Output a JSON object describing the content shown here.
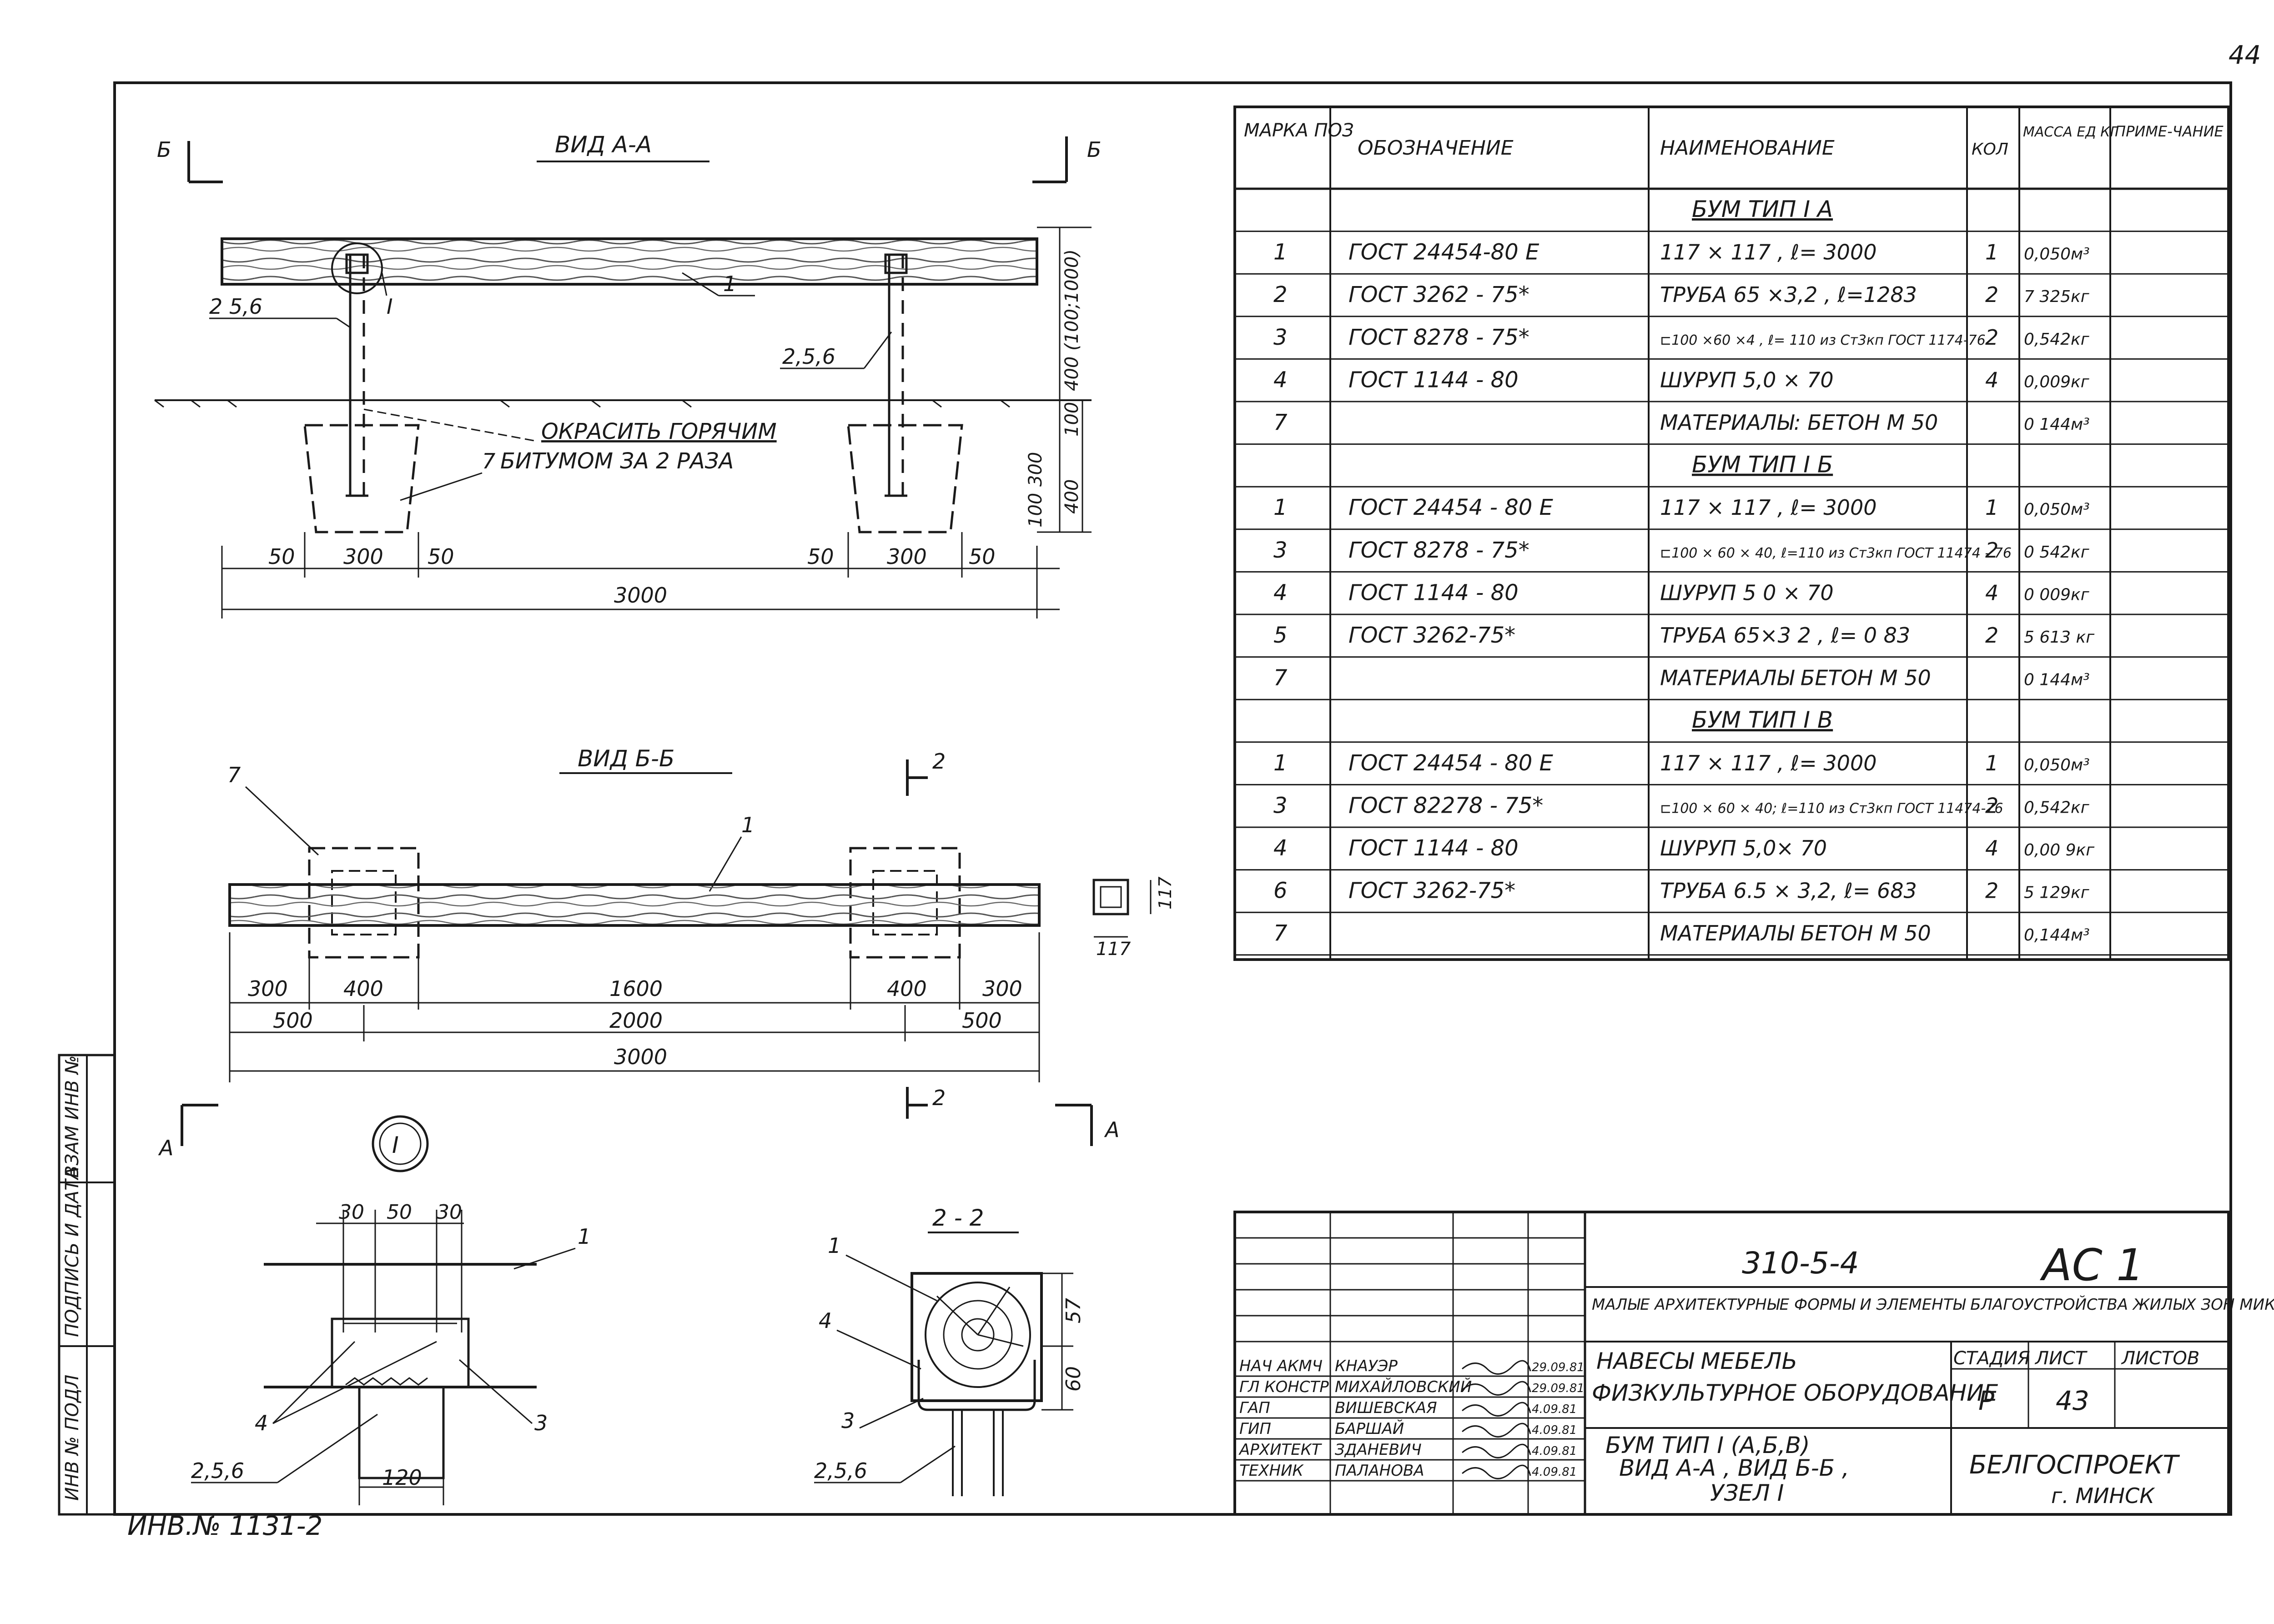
{
  "page_number": "44",
  "inventory_number": "ИНВ.№ 1131-2",
  "side_stamp": [
    "ИНВ № ПОДЛ",
    "ПОДПИСЬ И ДАТА",
    "ВЗАМ ИНВ №"
  ],
  "view_aa": {
    "title": "ВИД А-А",
    "section_mark": "Б",
    "labels": {
      "part": "1",
      "node": "I",
      "left": "2 5,6",
      "right": "2,5,6",
      "concrete": "7"
    },
    "note_line1": "ОКРАСИТЬ ГОРЯЧИМ",
    "note_line2": "БИТУМОМ ЗА 2 РАЗА",
    "dims": {
      "d50a": "50",
      "d300a": "300",
      "d50b": "50",
      "d50c": "50",
      "d300b": "300",
      "d50d": "50",
      "total": "3000",
      "h400": "400 (100;1000)",
      "v300": "300",
      "v400": "400",
      "v100a": "100",
      "v100b": "100"
    }
  },
  "view_bb": {
    "title": "ВИД Б-Б",
    "labels": {
      "concrete": "7",
      "beam": "1",
      "sec2": "2"
    },
    "row1": [
      "300",
      "400",
      "1600",
      "400",
      "300"
    ],
    "row2": [
      "500",
      "2000",
      "500"
    ],
    "total": "3000",
    "section_size": "117",
    "section_size2": "117",
    "mark_a": "А"
  },
  "node_i": {
    "label": "I",
    "dims": [
      "30",
      "50",
      "30"
    ],
    "width": "120",
    "labels": {
      "beam": "1",
      "four": "4",
      "three": "3",
      "pipe": "2,5,6"
    }
  },
  "section_22": {
    "title": "2 - 2",
    "dims": {
      "h57": "57",
      "h60": "60"
    },
    "labels": {
      "beam": "1",
      "four": "4",
      "three": "3",
      "pipe": "2,5,6"
    }
  },
  "spec": {
    "headers": [
      "МАРКА ПОЗ",
      "ОБОЗНАЧЕНИЕ",
      "НАИМЕНОВАНИЕ",
      "КОЛ",
      "МАССА ЕД КГ",
      "ПРИМЕ-ЧАНИЕ"
    ],
    "rows": [
      {
        "group": "БУМ ТИП I А"
      },
      {
        "pos": "1",
        "code": "ГОСТ 24454-80 Е",
        "name": "117 × 117 , ℓ= 3000",
        "qty": "1",
        "mass": "0,050м³"
      },
      {
        "pos": "2",
        "code": "ГОСТ 3262 - 75*",
        "name": "ТРУБА 65 ×3,2 , ℓ=1283",
        "qty": "2",
        "mass": "7 325кг"
      },
      {
        "pos": "3",
        "code": "ГОСТ 8278 - 75*",
        "name": "⊏100 ×60 ×4 , ℓ= 110 из Ст3кп ГОСТ 1174-76",
        "qty": "2",
        "mass": "0,542кг"
      },
      {
        "pos": "4",
        "code": "ГОСТ 1144 - 80",
        "name": "ШУРУП 5,0 × 70",
        "qty": "4",
        "mass": "0,009кг"
      },
      {
        "pos": "7",
        "code": "",
        "name": "МАТЕРИАЛЫ: БЕТОН М 50",
        "qty": "",
        "mass": "0 144м³"
      },
      {
        "group": "БУМ ТИП I Б"
      },
      {
        "pos": "1",
        "code": "ГОСТ 24454 - 80 Е",
        "name": "117 × 117 , ℓ= 3000",
        "qty": "1",
        "mass": "0,050м³"
      },
      {
        "pos": "3",
        "code": "ГОСТ 8278 - 75*",
        "name": "⊏100 × 60 × 40, ℓ=110 из Ст3кп ГОСТ 11474 - 76",
        "qty": "2",
        "mass": "0 542кг"
      },
      {
        "pos": "4",
        "code": "ГОСТ 1144 - 80",
        "name": "ШУРУП 5 0 × 70",
        "qty": "4",
        "mass": "0 009кг"
      },
      {
        "pos": "5",
        "code": "ГОСТ 3262-75*",
        "name": "ТРУБА 65×3 2 , ℓ= 0 83",
        "qty": "2",
        "mass": "5 613 кг"
      },
      {
        "pos": "7",
        "code": "",
        "name": "МАТЕРИАЛЫ БЕТОН М 50",
        "qty": "",
        "mass": "0 144м³"
      },
      {
        "group": "БУМ ТИП I В"
      },
      {
        "pos": "1",
        "code": "ГОСТ 24454 - 80 Е",
        "name": "117 × 117 , ℓ= 3000",
        "qty": "1",
        "mass": "0,050м³"
      },
      {
        "pos": "3",
        "code": "ГОСТ 82278 - 75*",
        "name": "⊏100 × 60 × 40; ℓ=110 из Ст3кп ГОСТ 11474-76",
        "qty": "2",
        "mass": "0,542кг"
      },
      {
        "pos": "4",
        "code": "ГОСТ 1144 - 80",
        "name": "ШУРУП 5,0× 70",
        "qty": "4",
        "mass": "0,00 9кг"
      },
      {
        "pos": "6",
        "code": "ГОСТ 3262-75*",
        "name": "ТРУБА 6.5 × 3,2, ℓ= 683",
        "qty": "2",
        "mass": "5 129кг"
      },
      {
        "pos": "7",
        "code": "",
        "name": "МАТЕРИАЛЫ БЕТОН М 50",
        "qty": "",
        "mass": "0,144м³"
      }
    ]
  },
  "title_block": {
    "project_code": "310-5-4",
    "sheet_code": "АС 1",
    "project_name": "МАЛЫЕ АРХИТЕКТУРНЫЕ ФОРМЫ И ЭЛЕМЕНТЫ БЛАГОУСТРОЙСТВА ЖИЛЫХ ЗОН МИКРОРАЙОНОВ",
    "section_line1": "НАВЕСЫ МЕБЕЛЬ",
    "section_line2": "ФИЗКУЛЬТУРНОЕ ОБОРУДОВАНИЕ",
    "stage_label": "СТАДИЯ",
    "sheet_label": "ЛИСТ",
    "sheets_label": "ЛИСТОВ",
    "stage": "Р",
    "sheet": "43",
    "sheets": "",
    "drawing_line1": "БУМ ТИП I (А,Б,В)",
    "drawing_line2": "ВИД А-А , ВИД Б-Б ,",
    "drawing_line3": "УЗЕЛ I",
    "org_name": "БЕЛГОСПРОЕКТ",
    "org_city": "г. МИНСК",
    "people": [
      {
        "role": "НАЧ АКМЧ",
        "name": "КНАУЭР",
        "date": "29.09.81"
      },
      {
        "role": "ГЛ КОНСТР",
        "name": "МИХАЙЛОВСКИЙ",
        "date": "29.09.81"
      },
      {
        "role": "ГАП",
        "name": "ВИШЕВСКАЯ",
        "date": "4.09.81"
      },
      {
        "role": "ГИП",
        "name": "БАРШАЙ",
        "date": "4.09.81"
      },
      {
        "role": "АРХИТЕКТ",
        "name": "ЗДАНЕВИЧ",
        "date": "4.09.81"
      },
      {
        "role": "ТЕХНИК",
        "name": "ПАЛАНОВА",
        "date": "4.09.81"
      }
    ]
  }
}
